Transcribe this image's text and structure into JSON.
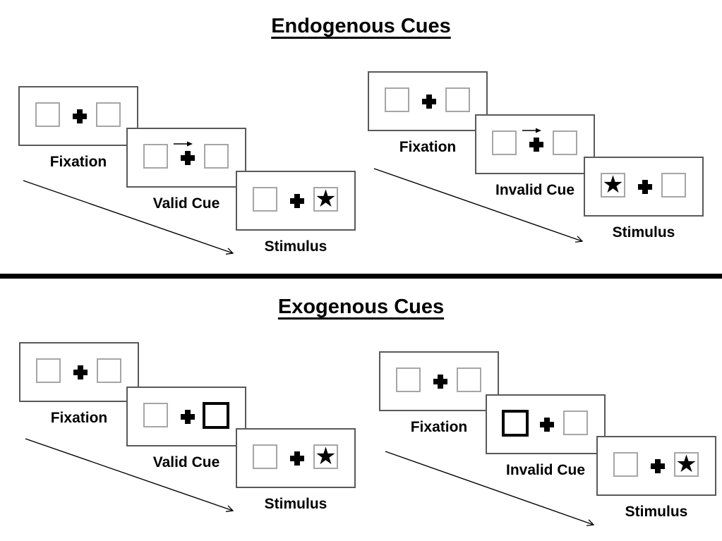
{
  "figure": {
    "sections": {
      "endogenous": {
        "title": "Endogenous Cues",
        "groups": {
          "valid": {
            "panels": {
              "fixation": "Fixation",
              "cue": "Valid Cue",
              "stimulus": "Stimulus"
            },
            "cue": "central arrow pointing right",
            "star_side": "right"
          },
          "invalid": {
            "panels": {
              "fixation": "Fixation",
              "cue": "Invalid Cue",
              "stimulus": "Stimulus"
            },
            "cue": "central arrow pointing right",
            "star_side": "left"
          }
        }
      },
      "exogenous": {
        "title": "Exogenous Cues",
        "groups": {
          "valid": {
            "panels": {
              "fixation": "Fixation",
              "cue": "Valid Cue",
              "stimulus": "Stimulus"
            },
            "cue": "right peripheral box bold",
            "star_side": "right"
          },
          "invalid": {
            "panels": {
              "fixation": "Fixation",
              "cue": "Invalid Cue",
              "stimulus": "Stimulus"
            },
            "cue": "left peripheral box bold",
            "star_side": "right"
          }
        }
      }
    },
    "icons": {
      "fixation_cross": "+",
      "cue_arrow": "→",
      "target_star": "★",
      "time_arrow": "↘"
    },
    "colors": {
      "ink": "#000000",
      "panel_border": "#595959",
      "placeholder_border": "#a6a6a6",
      "background": "#ffffff"
    }
  }
}
